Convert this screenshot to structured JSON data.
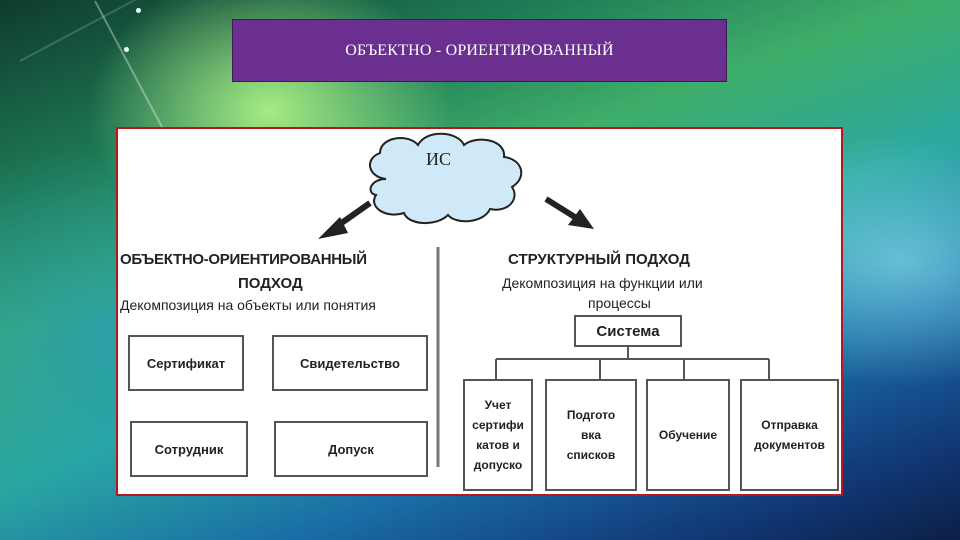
{
  "slide": {
    "title": "ОБЪЕКТНО - ОРИЕНТИРОВАННЫЙ"
  },
  "diagram": {
    "cloud_label": "ИС",
    "left": {
      "heading_line1": "ОБЪЕКТНО-ОРИЕНТИРОВАННЫЙ",
      "heading_line2": "ПОДХОД",
      "subtitle": "Декомпозиция на объекты или понятия",
      "boxes": [
        "Сертификат",
        "Свидетельство",
        "Сотрудник",
        "Допуск"
      ]
    },
    "right": {
      "heading": "СТРУКТУРНЫЙ ПОДХОД",
      "subtitle_line1": "Декомпозиция на функции или",
      "subtitle_line2": "процессы",
      "root": "Система",
      "children": [
        {
          "lines": [
            "Учет",
            "сертифи",
            "катов и",
            "допуско"
          ]
        },
        {
          "lines": [
            "Подгото",
            "вка",
            "списков"
          ]
        },
        {
          "lines": [
            "Обучение"
          ]
        },
        {
          "lines": [
            "Отправка",
            "документов"
          ]
        }
      ]
    }
  }
}
